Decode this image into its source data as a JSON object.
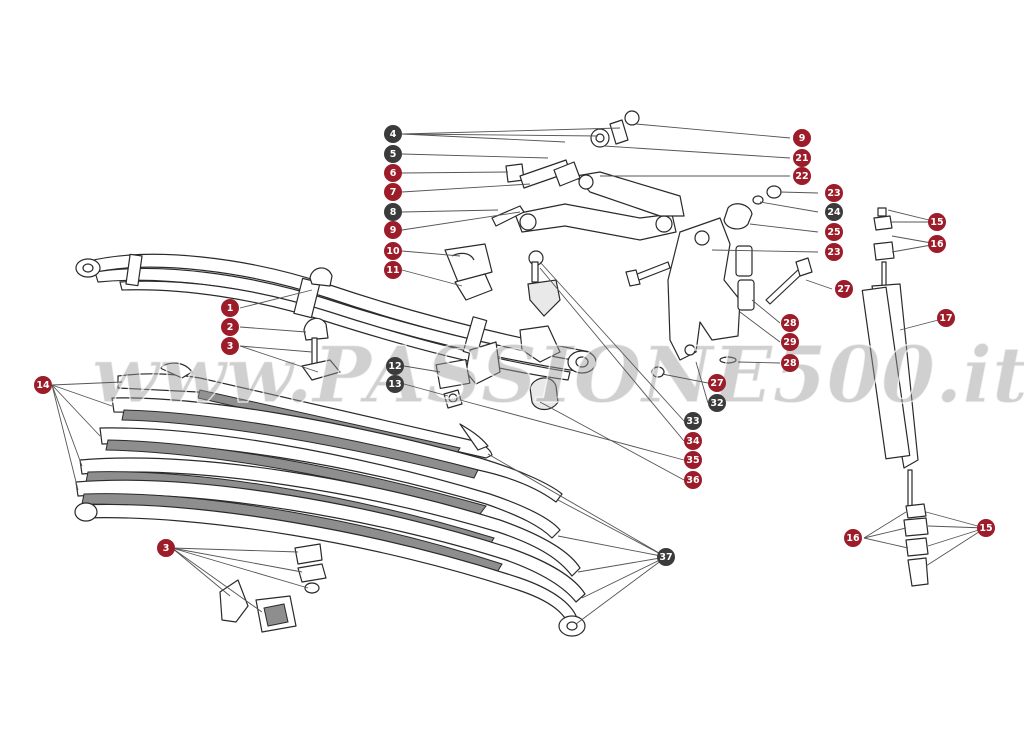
{
  "watermark": "www.PASSIONE500.it",
  "colors": {
    "callout_red": "#9c1c2a",
    "callout_dark": "#3b3b3b",
    "line": "#2a2a2a"
  },
  "callouts": [
    {
      "id": "c1",
      "label": "1",
      "style": "red"
    },
    {
      "id": "c2",
      "label": "2",
      "style": "red"
    },
    {
      "id": "c3a",
      "label": "3",
      "style": "red"
    },
    {
      "id": "c3b",
      "label": "3",
      "style": "red"
    },
    {
      "id": "c4",
      "label": "4",
      "style": "dark"
    },
    {
      "id": "c5",
      "label": "5",
      "style": "dark"
    },
    {
      "id": "c6",
      "label": "6",
      "style": "red"
    },
    {
      "id": "c7",
      "label": "7",
      "style": "red"
    },
    {
      "id": "c8",
      "label": "8",
      "style": "dark"
    },
    {
      "id": "c9a",
      "label": "9",
      "style": "red"
    },
    {
      "id": "c9b",
      "label": "9",
      "style": "red"
    },
    {
      "id": "c10",
      "label": "10",
      "style": "red"
    },
    {
      "id": "c11",
      "label": "11",
      "style": "red"
    },
    {
      "id": "c12",
      "label": "12",
      "style": "dark"
    },
    {
      "id": "c13",
      "label": "13",
      "style": "dark"
    },
    {
      "id": "c14",
      "label": "14",
      "style": "red"
    },
    {
      "id": "c15a",
      "label": "15",
      "style": "red"
    },
    {
      "id": "c15b",
      "label": "15",
      "style": "red"
    },
    {
      "id": "c16a",
      "label": "16",
      "style": "red"
    },
    {
      "id": "c16b",
      "label": "16",
      "style": "red"
    },
    {
      "id": "c17",
      "label": "17",
      "style": "red"
    },
    {
      "id": "c21",
      "label": "21",
      "style": "red"
    },
    {
      "id": "c22",
      "label": "22",
      "style": "red"
    },
    {
      "id": "c23a",
      "label": "23",
      "style": "red"
    },
    {
      "id": "c23b",
      "label": "23",
      "style": "red"
    },
    {
      "id": "c24",
      "label": "24",
      "style": "dark"
    },
    {
      "id": "c25",
      "label": "25",
      "style": "red"
    },
    {
      "id": "c27a",
      "label": "27",
      "style": "red"
    },
    {
      "id": "c27b",
      "label": "27",
      "style": "red"
    },
    {
      "id": "c28a",
      "label": "28",
      "style": "red"
    },
    {
      "id": "c28b",
      "label": "28",
      "style": "red"
    },
    {
      "id": "c29",
      "label": "29",
      "style": "red"
    },
    {
      "id": "c32",
      "label": "32",
      "style": "dark"
    },
    {
      "id": "c33",
      "label": "33",
      "style": "dark"
    },
    {
      "id": "c34",
      "label": "34",
      "style": "red"
    },
    {
      "id": "c35",
      "label": "35",
      "style": "red"
    },
    {
      "id": "c36",
      "label": "36",
      "style": "red"
    },
    {
      "id": "c37",
      "label": "37",
      "style": "dark"
    }
  ]
}
